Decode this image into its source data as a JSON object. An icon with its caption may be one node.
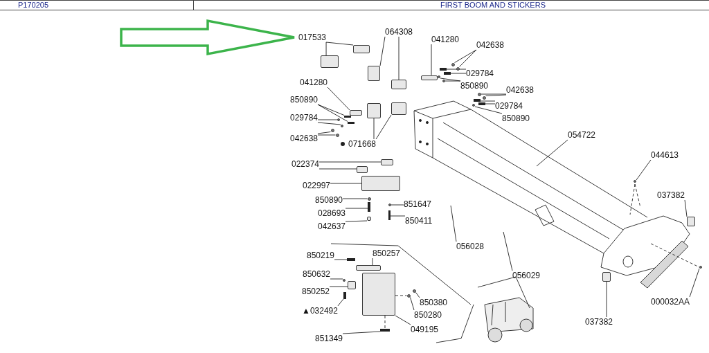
{
  "diagram": {
    "title": "FIRST BOOM AND STICKERS",
    "nodes": [
      {
        "text": [
          "017533"
        ]
      },
      {
        "text": [
          "064308"
        ]
      },
      {
        "text": [
          "041280"
        ]
      },
      {
        "text": [
          "850890"
        ]
      },
      {
        "text": [
          "029784"
        ]
      },
      {
        "text": [
          "042638"
        ]
      },
      {
        "text": [
          "071668"
        ]
      },
      {
        "text": [
          "041280"
        ]
      },
      {
        "text": [
          "042638"
        ]
      },
      {
        "text": [
          "029784"
        ]
      },
      {
        "text": [
          "850890"
        ]
      },
      {
        "text": [
          "042638"
        ]
      },
      {
        "text": [
          "029784"
        ]
      },
      {
        "text": [
          "850890"
        ]
      },
      {
        "text": [
          "054722"
        ]
      },
      {
        "text": [
          "044613"
        ]
      },
      {
        "text": [
          "037382"
        ]
      },
      {
        "text": [
          "022374"
        ]
      },
      {
        "text": [
          "022997"
        ]
      },
      {
        "text": [
          "850890"
        ]
      },
      {
        "text": [
          "028693"
        ]
      },
      {
        "text": [
          "042637"
        ]
      },
      {
        "text": [
          "851647"
        ]
      },
      {
        "text": [
          "850411"
        ]
      },
      {
        "text": [
          "056028"
        ]
      },
      {
        "text": [
          "056029"
        ]
      },
      {
        "text": [
          "850219"
        ]
      },
      {
        "text": [
          "850257"
        ]
      },
      {
        "text": [
          "850632"
        ]
      },
      {
        "text": [
          "850252"
        ]
      },
      {
        "text": [
          "▲032492"
        ]
      },
      {
        "text": [
          "850380"
        ]
      },
      {
        "text": [
          "850280"
        ]
      },
      {
        "text": [
          "049195"
        ]
      },
      {
        "text": [
          "851349"
        ]
      },
      {
        "text": [
          "037382"
        ]
      },
      {
        "text": [
          "000032AA"
        ]
      },
      {
        "text": [],
        "shape": "box"
      },
      {
        "text": [],
        "shape": "box"
      },
      {
        "text": [],
        "shape": "box"
      },
      {
        "text": [],
        "shape": "box"
      },
      {
        "text": [],
        "shape": "box"
      },
      {
        "text": [],
        "shape": "bar"
      },
      {
        "text": [],
        "shape": "bar"
      },
      {
        "text": [],
        "shape": "circle"
      },
      {
        "text": [],
        "shape": "circle"
      },
      {
        "text": [],
        "shape": "circle"
      },
      {
        "text": [],
        "shape": "circle"
      },
      {
        "text": [],
        "shape": "box"
      },
      {
        "text": [],
        "shape": "box"
      },
      {
        "text": [],
        "shape": "box"
      },
      {
        "text": [],
        "shape": "circle"
      },
      {
        "text": [],
        "shape": "circle"
      },
      {
        "text": [],
        "shape": "bar"
      },
      {
        "text": [],
        "shape": "bar"
      },
      {
        "text": [],
        "shape": "circle"
      },
      {
        "text": [],
        "shape": "circle"
      },
      {
        "text": [],
        "shape": "circle"
      },
      {
        "text": [],
        "shape": "circle"
      },
      {
        "text": [],
        "shape": "bar"
      },
      {
        "text": [],
        "shape": "bar"
      },
      {
        "text": [],
        "shape": "circle"
      },
      {
        "text": [],
        "shape": "circle"
      },
      {
        "text": [],
        "shape": "box"
      },
      {
        "text": [],
        "shape": "box"
      },
      {
        "text": [],
        "shape": "box"
      },
      {
        "text": [],
        "shape": "box"
      },
      {
        "text": [],
        "shape": "circle"
      },
      {
        "text": [],
        "shape": "bar"
      },
      {
        "text": [],
        "shape": "box"
      },
      {
        "text": [],
        "shape": "circle"
      },
      {
        "text": [],
        "shape": "bar"
      },
      {
        "text": [],
        "shape": "bar"
      },
      {
        "text": [],
        "shape": "box"
      },
      {
        "text": [],
        "shape": "circle"
      },
      {
        "text": [],
        "shape": "box"
      },
      {
        "text": [],
        "shape": "bar"
      },
      {
        "text": [],
        "shape": "circle"
      },
      {
        "text": [],
        "shape": "circle"
      },
      {
        "text": [],
        "shape": "box"
      },
      {
        "text": [],
        "shape": "bar"
      },
      {
        "text": [],
        "shape": "box"
      },
      {
        "text": [],
        "shape": "circle"
      }
    ],
    "edges": [
      {
        "from": null,
        "to": 0,
        "arrow": "to",
        "style": "thick",
        "color": "#3cb44b"
      },
      {
        "from": 0,
        "to": 37,
        "arrow": "none"
      },
      {
        "from": 0,
        "to": 38,
        "arrow": "none"
      },
      {
        "from": 1,
        "to": 39,
        "arrow": "none"
      },
      {
        "from": 1,
        "to": 40,
        "arrow": "none"
      },
      {
        "from": 2,
        "to": 41,
        "arrow": "none"
      },
      {
        "from": 3,
        "to": 42,
        "arrow": "none"
      },
      {
        "from": 3,
        "to": 43,
        "arrow": "none"
      },
      {
        "from": 4,
        "to": 44,
        "arrow": "none"
      },
      {
        "from": 4,
        "to": 45,
        "arrow": "none"
      },
      {
        "from": 5,
        "to": 46,
        "arrow": "none"
      },
      {
        "from": 5,
        "to": 47,
        "arrow": "none"
      },
      {
        "from": 6,
        "to": 48,
        "arrow": "none"
      },
      {
        "from": 6,
        "to": 49,
        "arrow": "none"
      },
      {
        "from": 7,
        "to": 50,
        "arrow": "none"
      },
      {
        "from": 8,
        "to": 51,
        "arrow": "none"
      },
      {
        "from": 8,
        "to": 52,
        "arrow": "none"
      },
      {
        "from": 9,
        "to": 53,
        "arrow": "none"
      },
      {
        "from": 9,
        "to": 54,
        "arrow": "none"
      },
      {
        "from": 10,
        "to": 55,
        "arrow": "none"
      },
      {
        "from": 10,
        "to": 56,
        "arrow": "none"
      },
      {
        "from": 11,
        "to": 57,
        "arrow": "none"
      },
      {
        "from": 11,
        "to": 58,
        "arrow": "none"
      },
      {
        "from": 12,
        "to": 59,
        "arrow": "none"
      },
      {
        "from": 12,
        "to": 60,
        "arrow": "none"
      },
      {
        "from": 13,
        "to": 61,
        "arrow": "none"
      },
      {
        "from": 14,
        "to": null,
        "arrow": "none"
      },
      {
        "from": 15,
        "to": 62,
        "arrow": "none"
      },
      {
        "from": 16,
        "to": 63,
        "arrow": "none"
      },
      {
        "from": 17,
        "to": 64,
        "arrow": "none"
      },
      {
        "from": 17,
        "to": 65,
        "arrow": "none"
      },
      {
        "from": 18,
        "to": 66,
        "arrow": "none"
      },
      {
        "from": 19,
        "to": 67,
        "arrow": "none"
      },
      {
        "from": 20,
        "to": 68,
        "arrow": "none"
      },
      {
        "from": 21,
        "to": 69,
        "arrow": "none"
      },
      {
        "from": 22,
        "to": 70,
        "arrow": "none"
      },
      {
        "from": 23,
        "to": 71,
        "arrow": "none"
      },
      {
        "from": 24,
        "to": null,
        "arrow": "none"
      },
      {
        "from": 25,
        "to": null,
        "arrow": "none"
      },
      {
        "from": 26,
        "to": 72,
        "arrow": "none"
      },
      {
        "from": 27,
        "to": 73,
        "arrow": "none"
      },
      {
        "from": 28,
        "to": 74,
        "arrow": "none"
      },
      {
        "from": 29,
        "to": 75,
        "arrow": "none"
      },
      {
        "from": 30,
        "to": 76,
        "arrow": "none"
      },
      {
        "from": 31,
        "to": 77,
        "arrow": "none"
      },
      {
        "from": 32,
        "to": 78,
        "arrow": "none"
      },
      {
        "from": 33,
        "to": 79,
        "arrow": "none"
      },
      {
        "from": 34,
        "to": 80,
        "arrow": "none"
      },
      {
        "from": 35,
        "to": 81,
        "arrow": "none"
      },
      {
        "from": 36,
        "to": 82,
        "arrow": "none"
      },
      {
        "from": 79,
        "to": 78,
        "arrow": "none",
        "style": "dashed"
      },
      {
        "from": 79,
        "to": 80,
        "arrow": "none",
        "style": "dashed"
      }
    ],
    "labels": [
      "P170205"
    ]
  }
}
